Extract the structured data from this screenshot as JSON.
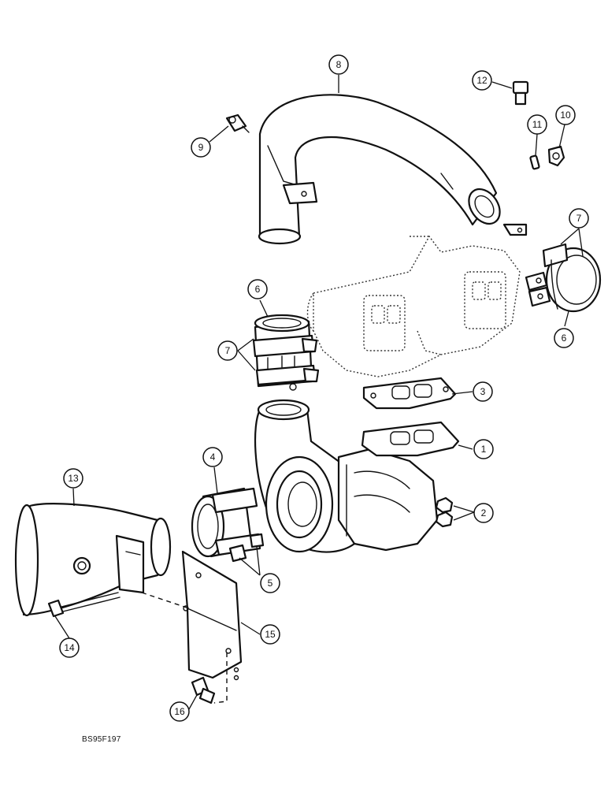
{
  "reference_code": "BS95F197",
  "callouts": [
    {
      "id": "c1",
      "label": "1"
    },
    {
      "id": "c2",
      "label": "2"
    },
    {
      "id": "c3",
      "label": "3"
    },
    {
      "id": "c4",
      "label": "4"
    },
    {
      "id": "c5",
      "label": "5"
    },
    {
      "id": "c6a",
      "label": "6"
    },
    {
      "id": "c6b",
      "label": "6"
    },
    {
      "id": "c7a",
      "label": "7"
    },
    {
      "id": "c7b",
      "label": "7"
    },
    {
      "id": "c8",
      "label": "8"
    },
    {
      "id": "c9",
      "label": "9"
    },
    {
      "id": "c10",
      "label": "10"
    },
    {
      "id": "c11",
      "label": "11"
    },
    {
      "id": "c12",
      "label": "12"
    },
    {
      "id": "c13",
      "label": "13"
    },
    {
      "id": "c14",
      "label": "14"
    },
    {
      "id": "c15",
      "label": "15"
    },
    {
      "id": "c16",
      "label": "16"
    }
  ]
}
